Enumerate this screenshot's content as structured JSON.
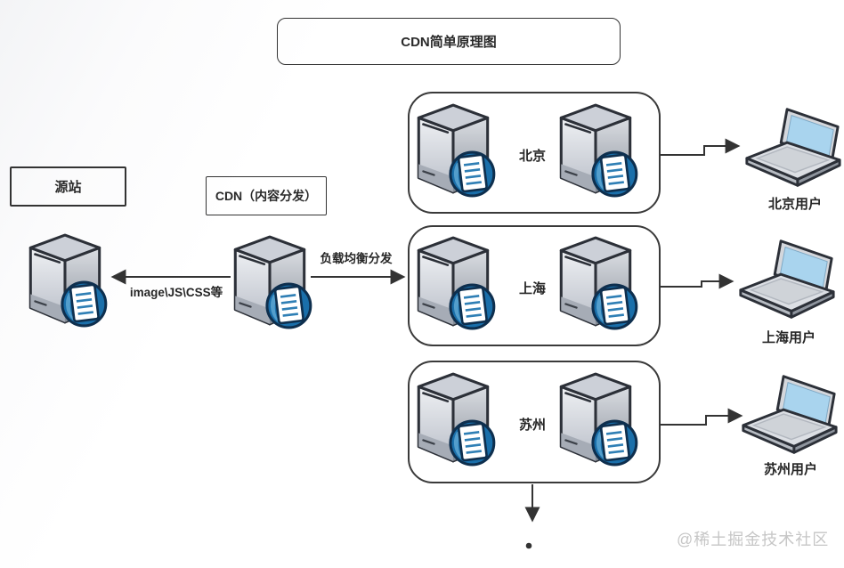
{
  "title": "CDN简单原理图",
  "origin_box_label": "源站",
  "cdn_box_label": "CDN（内容分发）",
  "edge_labels": {
    "cache_assets": "image\\JS\\CSS等",
    "load_balance": "负载均衡分发"
  },
  "groups": [
    {
      "region": "北京",
      "user": "北京用户"
    },
    {
      "region": "上海",
      "user": "上海用户"
    },
    {
      "region": "苏州",
      "user": "苏州用户"
    }
  ],
  "more_indicator": "•",
  "watermark": "@稀土掘金技术社区",
  "icons": {
    "server": "server-icon",
    "document_badge": "document-badge-icon",
    "laptop": "laptop-icon",
    "arrow": "arrowhead-icon"
  },
  "colors": {
    "line": "#333333",
    "box_border": "#3a3a3a",
    "badge_blue": "#1a6faa",
    "badge_light_blue": "#5aa3cf",
    "screen_blue": "#a9d4ee",
    "server_gray": "#d4d7dd",
    "watermark_gray": "#c6c6c6"
  }
}
